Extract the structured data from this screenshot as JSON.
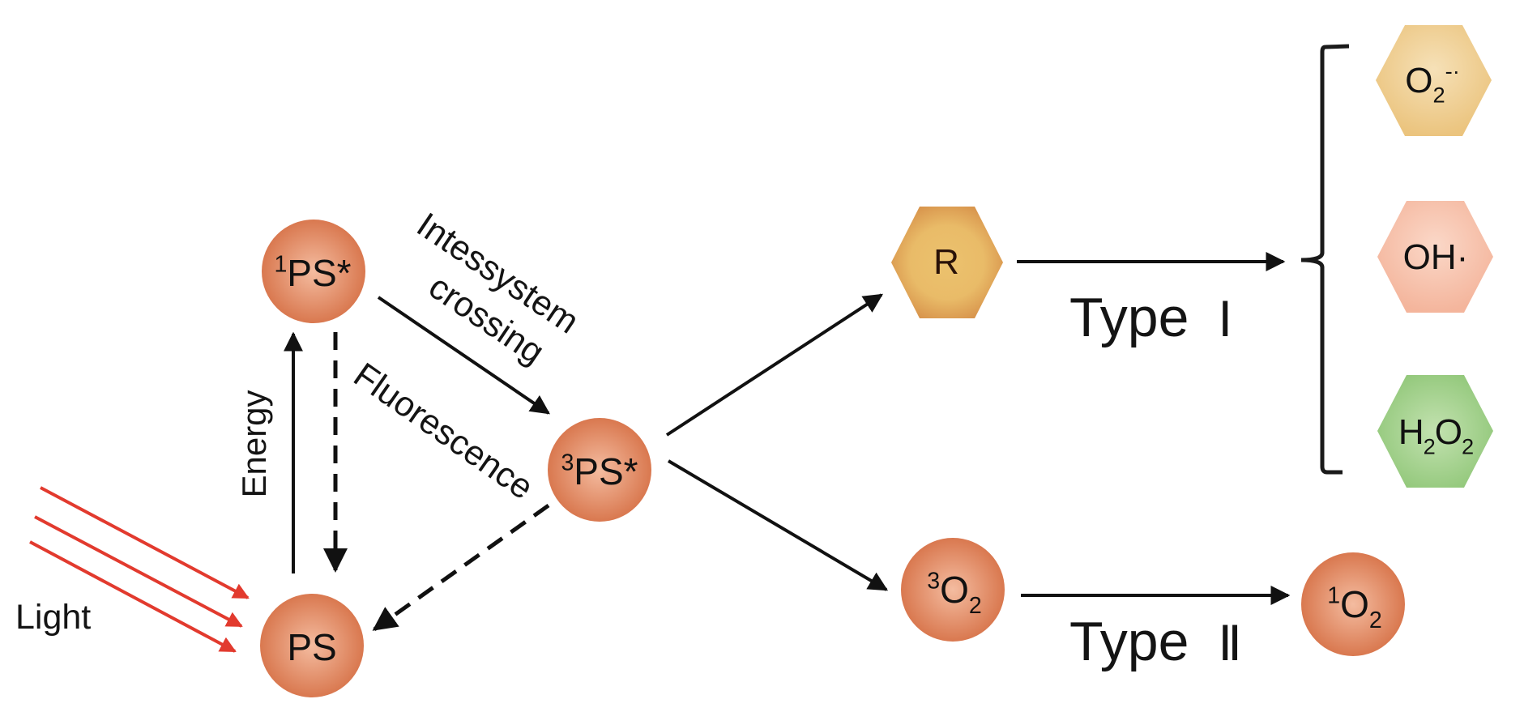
{
  "diagram": {
    "title": "Photodynamic reaction mechanism (Type I / Type II)",
    "colors": {
      "sphere_outer": "#d9784f",
      "sphere_inner": "#f4bca0",
      "hex_R_outer": "#d8944c",
      "hex_R_inner": "#ecc26e",
      "hex_superoxide_outer": "#ebc47e",
      "hex_superoxide_inner": "#f6e1b8",
      "hex_hydroxyl_outer": "#f4b59c",
      "hex_hydroxyl_inner": "#fbd8c8",
      "hex_peroxide_outer": "#8fc677",
      "hex_peroxide_inner": "#c3e2b0",
      "light_arrow": "#e23a2e",
      "arrow": "#111111"
    },
    "nodes": {
      "ps": {
        "main": "PS",
        "pre_sup": "",
        "sub": "",
        "post": ""
      },
      "ps1": {
        "main": "PS*",
        "pre_sup": "1",
        "sub": "",
        "post": ""
      },
      "ps3": {
        "main": "PS*",
        "pre_sup": "3",
        "sub": "",
        "post": ""
      },
      "o2_triplet": {
        "main": "O",
        "pre_sup": "3",
        "sub": "2",
        "post": ""
      },
      "o2_singlet": {
        "main": "O",
        "pre_sup": "1",
        "sub": "2",
        "post": ""
      },
      "r": {
        "main": "R"
      },
      "superoxide": {
        "main": "O",
        "sub": "2",
        "post": "-·"
      },
      "hydroxyl": {
        "main": "OH·"
      },
      "peroxide": {
        "h": "H",
        "sub1": "2",
        "o": "O",
        "sub2": "2"
      }
    },
    "labels": {
      "light": "Light",
      "energy": "Energy",
      "isc_line1": "Intessystem",
      "isc_line2": "crossing",
      "fluorescence": "Fluorescence",
      "type1_word": "Type",
      "type1_numeral": "Ⅰ",
      "type2_word": "Type",
      "type2_numeral": "Ⅱ"
    }
  }
}
